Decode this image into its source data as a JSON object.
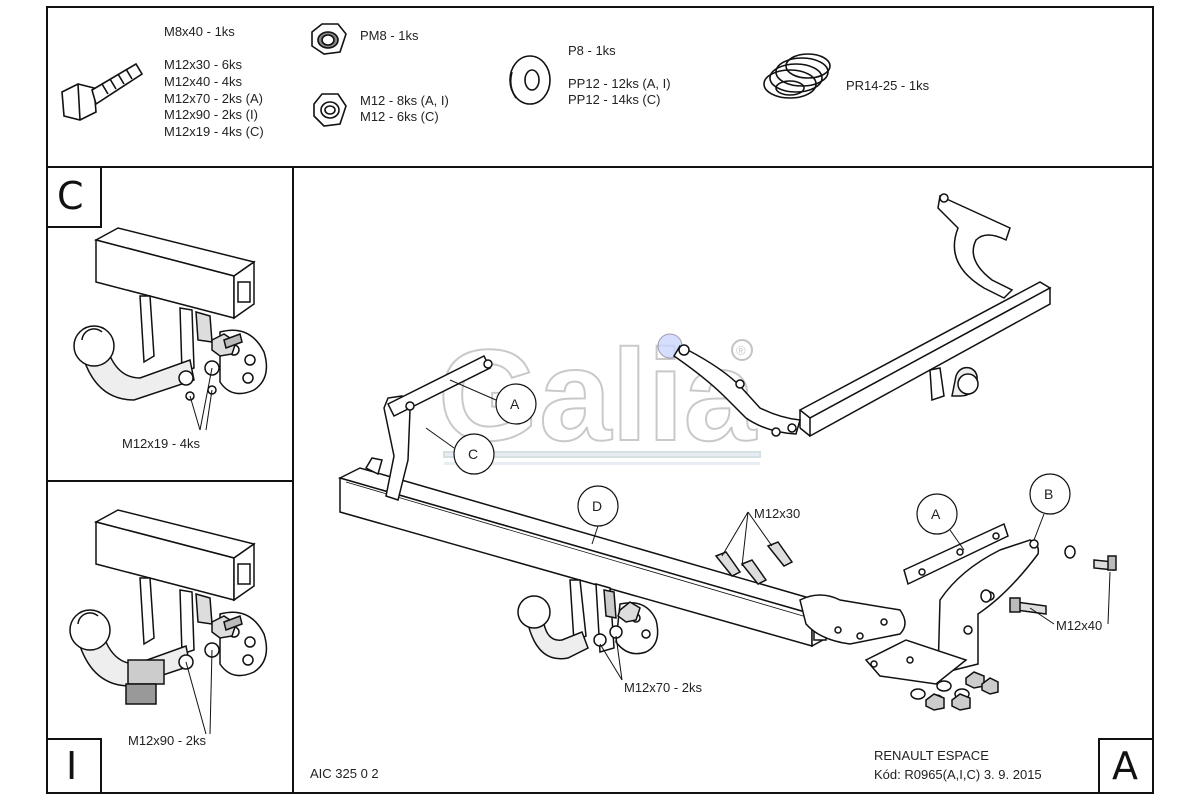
{
  "parts": {
    "bolt": {
      "icon": "hex-bolt-icon",
      "lines": [
        "M8x40 - 1ks",
        "M12x30 - 6ks",
        "M12x40 - 4ks",
        "M12x70 - 2ks (A)",
        "M12x90 - 2ks (I)",
        "M12x19 - 4ks (C)"
      ]
    },
    "nut_pm8": {
      "icon": "self-locking-nut-icon",
      "label": "PM8 - 1ks"
    },
    "nut_m12": {
      "icon": "hex-nut-icon",
      "lines": [
        "M12 - 8ks (A, I)",
        "M12 - 6ks (C)"
      ]
    },
    "washer": {
      "icon": "washer-icon",
      "lines": [
        "P8 - 1ks",
        "PP12 - 12ks (A, I)",
        "PP12 - 14ks (C)"
      ]
    },
    "spring_washer": {
      "icon": "spring-washer-icon",
      "label": "PR14-25 - 1ks"
    }
  },
  "panels": {
    "c": {
      "letter": "C",
      "callout": "M12x19 - 4ks"
    },
    "i": {
      "letter": "I",
      "callout": "M12x90 - 2ks"
    },
    "a": {
      "letter": "A"
    }
  },
  "main": {
    "watermark": "Galia",
    "watermark_mark": "®",
    "callouts": {
      "a1": "A",
      "c": "C",
      "d": "D",
      "a2": "A",
      "b": "B"
    },
    "labels": {
      "m12x30": "M12x30",
      "m12x40": "M12x40",
      "m12x70": "M12x70 - 2ks"
    }
  },
  "footer": {
    "code": "AIC 325 0 2",
    "vehicle": "RENAULT ESPACE",
    "kod": "Kód: R0965(A,I,C)  3. 9. 2015"
  }
}
